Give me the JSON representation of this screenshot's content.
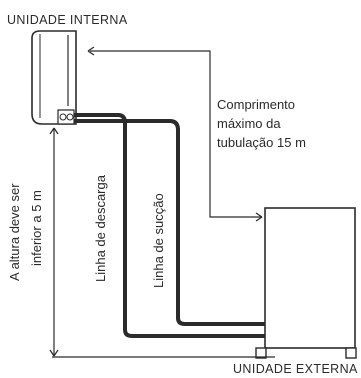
{
  "diagram": {
    "internal_unit_label": "UNIDADE INTERNA",
    "external_unit_label": "UNIDADE EXTERNA",
    "pipe_length_label": [
      "Comprimento",
      "máximo da",
      "tubulação 15 m"
    ],
    "height_label": [
      "A altura deve ser",
      "inferior a 5 m"
    ],
    "discharge_line_label": "Linha de descarga",
    "suction_line_label": "Linha de sucção"
  },
  "colors": {
    "stroke": "#2b2b2b",
    "background": "#ffffff"
  }
}
